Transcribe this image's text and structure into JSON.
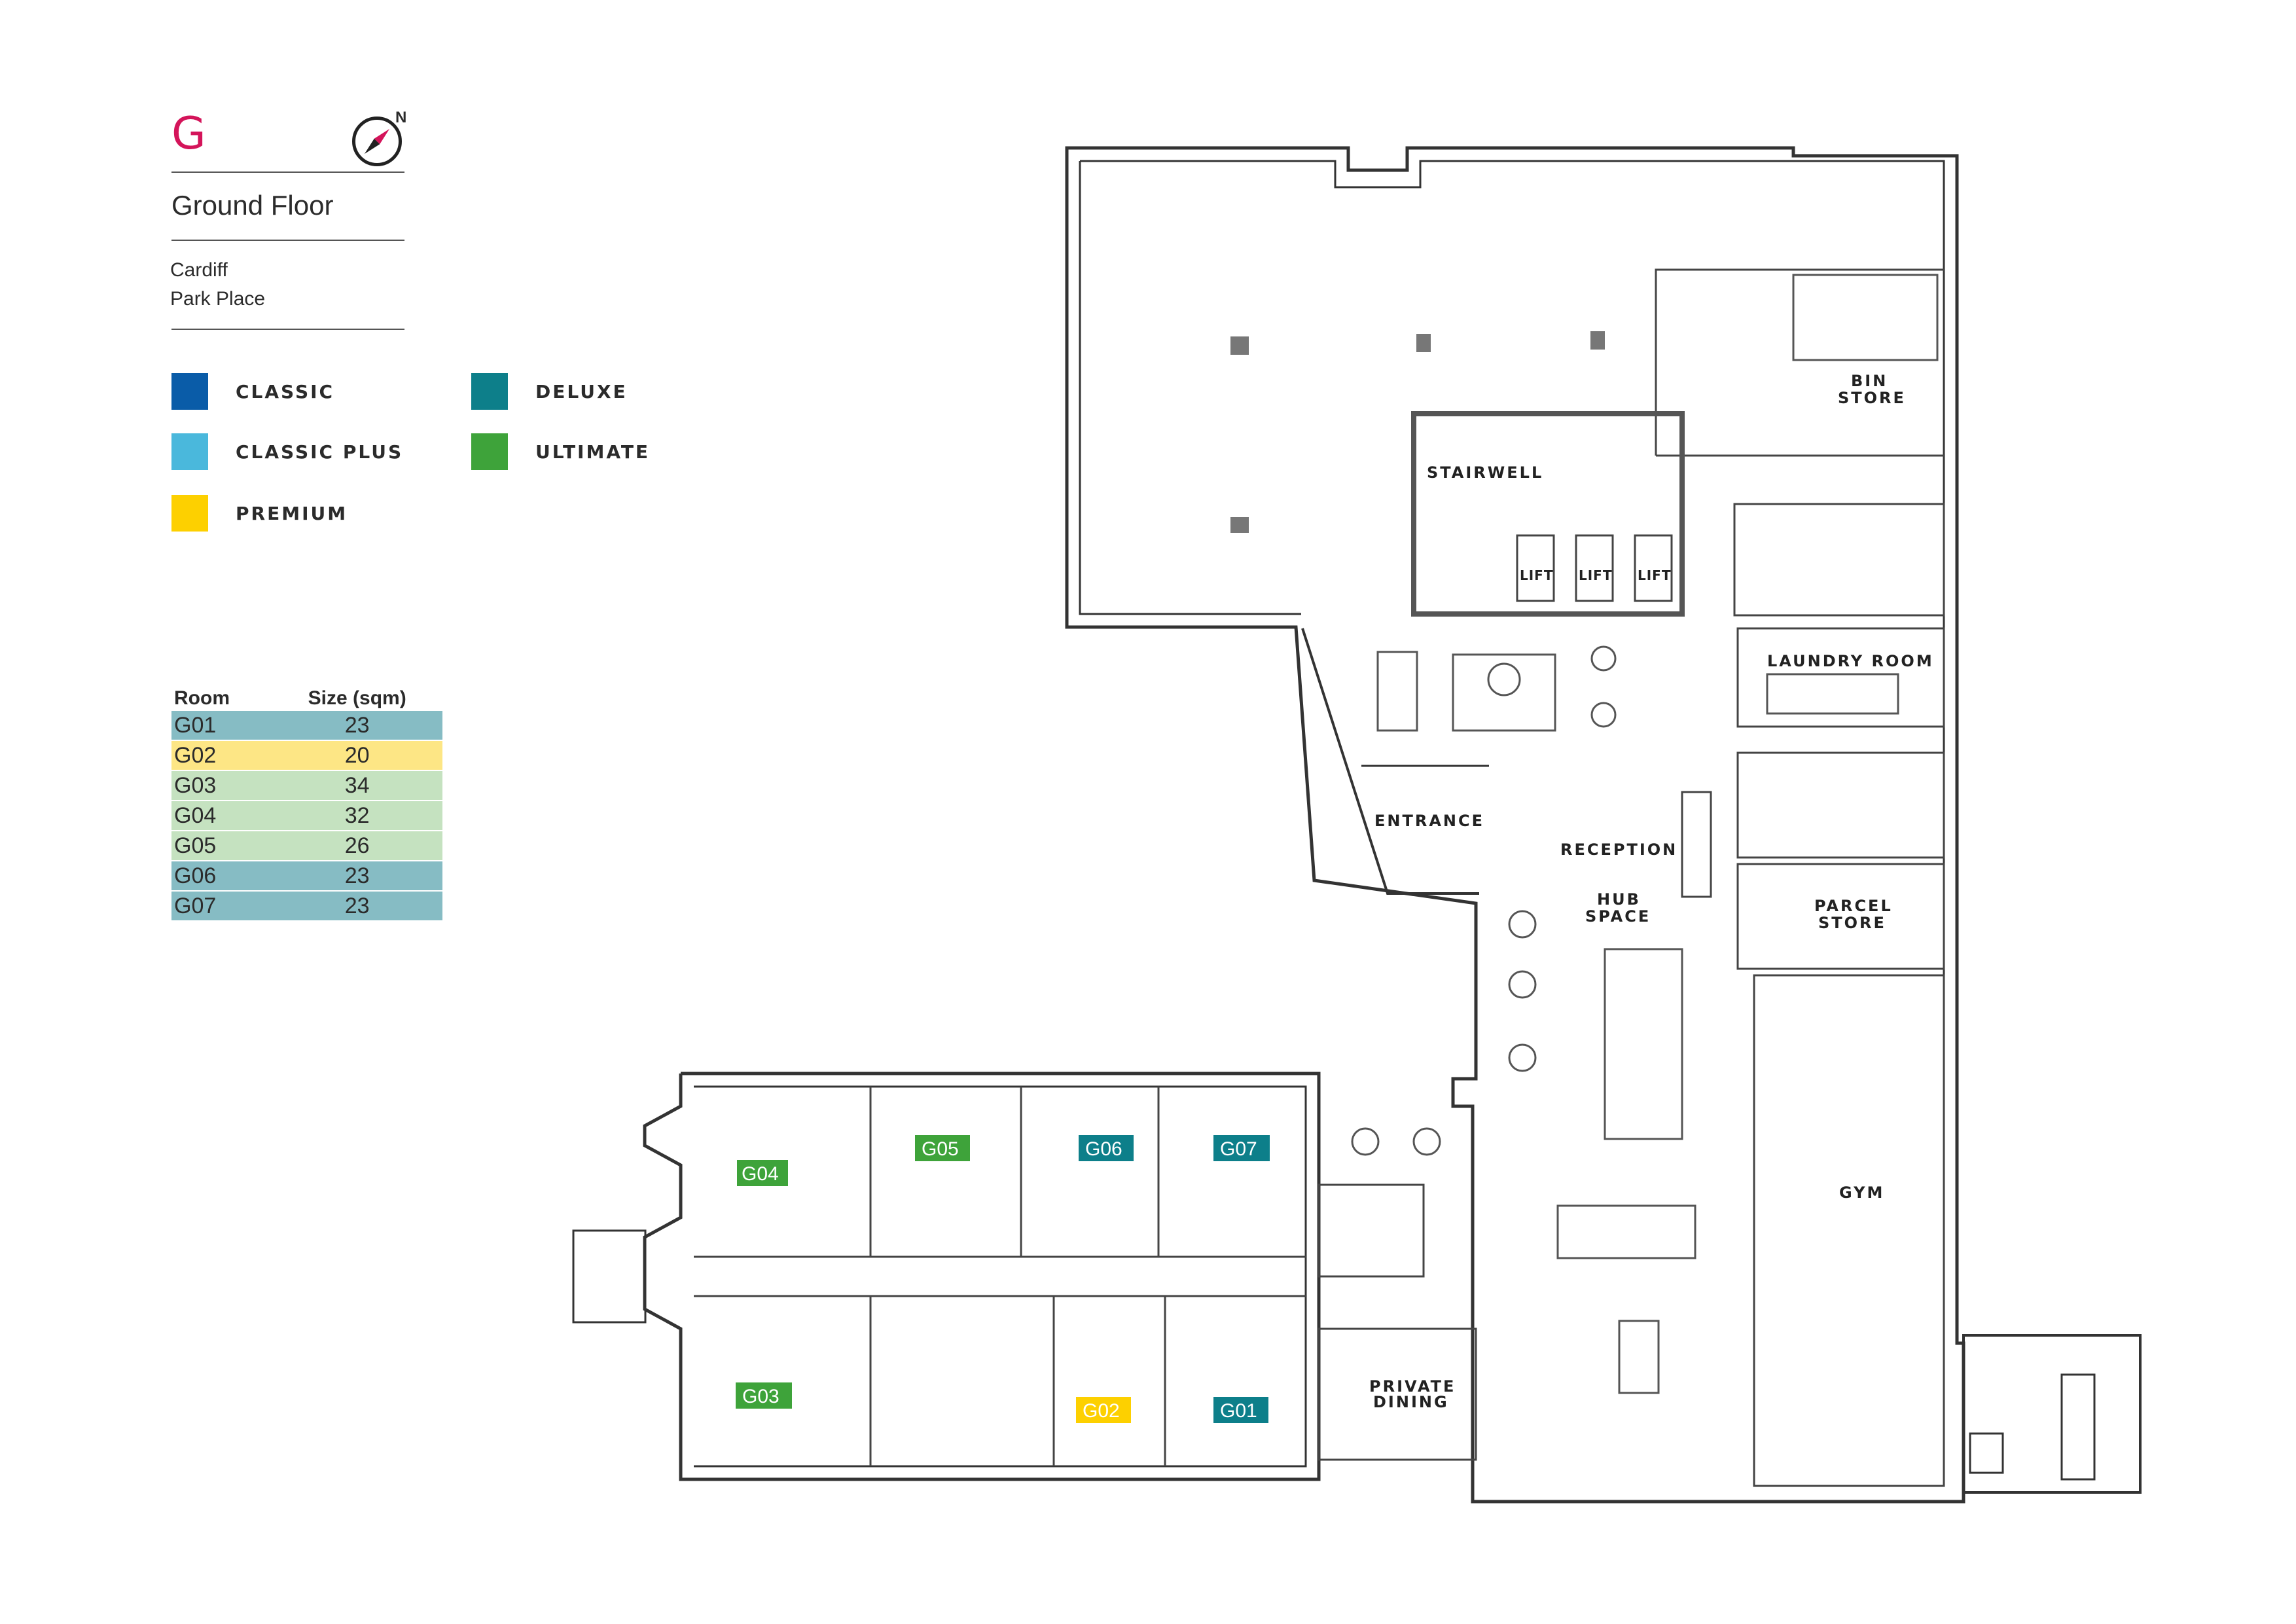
{
  "header": {
    "floor_letter": "G",
    "compass_label": "N",
    "floor_name": "Ground Floor",
    "city": "Cardiff",
    "address": "Park Place"
  },
  "legend": [
    {
      "label": "CLASSIC",
      "color": "#0a5ca8"
    },
    {
      "label": "DELUXE",
      "color": "#0d7f8a"
    },
    {
      "label": "CLASSIC PLUS",
      "color": "#4ab8dc"
    },
    {
      "label": "ULTIMATE",
      "color": "#3ea33a"
    },
    {
      "label": "PREMIUM",
      "color": "#fdd000"
    }
  ],
  "room_table": {
    "headers": {
      "room": "Room",
      "size": "Size (sqm)"
    },
    "rows": [
      {
        "room": "G01",
        "size": "23",
        "color": "#86bcc4"
      },
      {
        "room": "G02",
        "size": "20",
        "color": "#fde685"
      },
      {
        "room": "G03",
        "size": "34",
        "color": "#c5e2c0"
      },
      {
        "room": "G04",
        "size": "32",
        "color": "#c5e2c0"
      },
      {
        "room": "G05",
        "size": "26",
        "color": "#c5e2c0"
      },
      {
        "room": "G06",
        "size": "23",
        "color": "#86bcc4"
      },
      {
        "room": "G07",
        "size": "23",
        "color": "#86bcc4"
      }
    ]
  },
  "plan": {
    "area_labels": {
      "stairwell": "STAIRWELL",
      "lift": "LIFT",
      "bin_store_1": "BIN",
      "bin_store_2": "STORE",
      "laundry": "LAUNDRY ROOM",
      "entrance": "ENTRANCE",
      "reception": "RECEPTION",
      "hub_1": "HUB",
      "hub_2": "SPACE",
      "parcel_1": "PARCEL",
      "parcel_2": "STORE",
      "gym": "GYM",
      "dining_1": "PRIVATE",
      "dining_2": "DINING"
    },
    "room_tags": [
      {
        "id": "G04",
        "color": "#3ea33a"
      },
      {
        "id": "G05",
        "color": "#3ea33a"
      },
      {
        "id": "G06",
        "color": "#0d7f8a"
      },
      {
        "id": "G07",
        "color": "#0d7f8a"
      },
      {
        "id": "G03",
        "color": "#3ea33a"
      },
      {
        "id": "G02",
        "color": "#fdd000"
      },
      {
        "id": "G01",
        "color": "#0d7f8a"
      }
    ]
  }
}
